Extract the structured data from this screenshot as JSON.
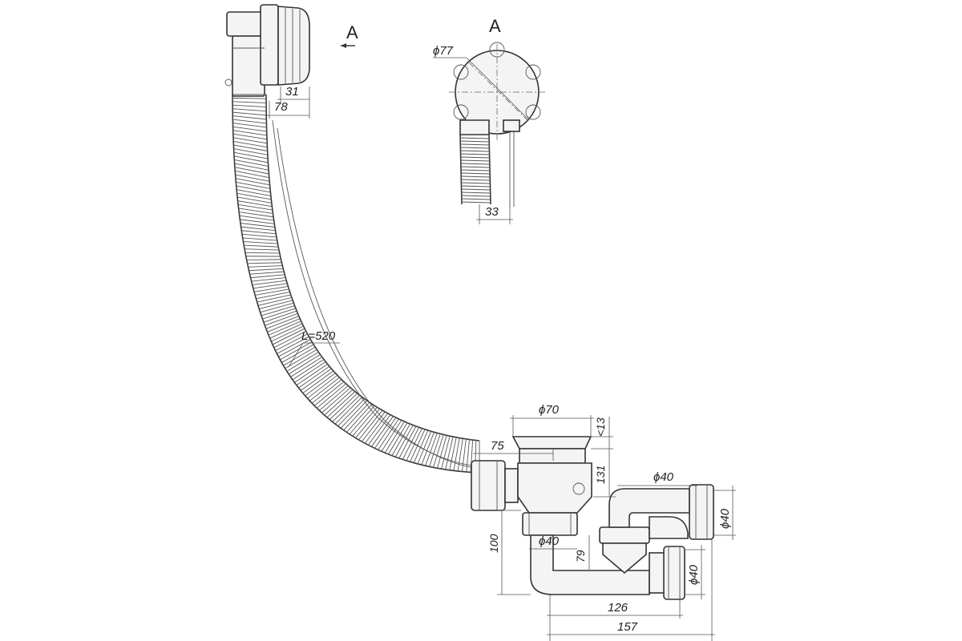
{
  "view_labels": {
    "section_marker": "A",
    "detail_title": "A"
  },
  "dimensions": {
    "overflow_depth_31": "31",
    "overflow_width_78": "78",
    "overflow_diameter": "ϕ77",
    "overflow_hose_33": "33",
    "hose_length": "L=520",
    "drain_diameter": "ϕ70",
    "drain_height_13": "<13",
    "drain_offset_75": "75",
    "drain_height_131": "131",
    "outlet_pipe_diameter": "ϕ40",
    "outlet_side_diameter": "ϕ40",
    "trap_inlet_diameter": "ϕ40",
    "trap_height_79": "79",
    "total_height_100": "100",
    "outlet_lower_diameter": "ϕ40",
    "width_126": "126",
    "width_157": "157"
  }
}
